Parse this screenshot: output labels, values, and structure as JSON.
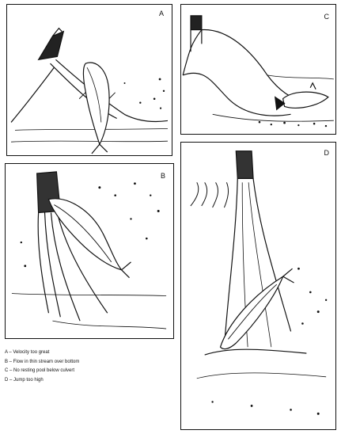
{
  "panels": {
    "a": {
      "label": "A"
    },
    "b": {
      "label": "B"
    },
    "c": {
      "label": "C"
    },
    "d": {
      "label": "D"
    }
  },
  "legend": [
    "A – Velocity too great",
    "B – Flow in thin stream over bottom",
    "C – No resting pool below culvert",
    "D – Jump too high"
  ]
}
